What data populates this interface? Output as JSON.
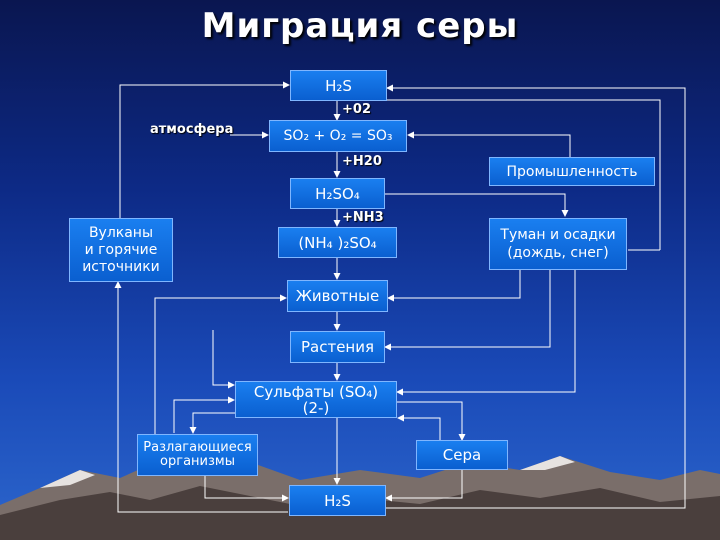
{
  "title": "Миграция серы",
  "nodes": {
    "h2s_top": "H₂S",
    "so2": "SO₂ + O₂ = SO₃",
    "h2so4": "H₂SO₄",
    "nh4so4": "(NH₄ )₂SO₄",
    "animals": "Животные",
    "plants": "Растения",
    "sulfates": "Сульфаты (SO₄)\n(2-)",
    "decomposers": "Разлагающиеся\nорганизмы",
    "sulfur": "Сера",
    "h2s_bottom": "H₂S",
    "volcanoes": "Вулканы\nи горячие\nисточники",
    "industry": "Промышленность",
    "fog": "Туман и осадки\n(дождь, снег)"
  },
  "labels": {
    "o2": "+02",
    "h2o": "+H20",
    "nh3": "+NH3",
    "atmosphere": "атмосфера"
  },
  "colors": {
    "box": "#1a7ff0",
    "line": "#ffffff"
  }
}
